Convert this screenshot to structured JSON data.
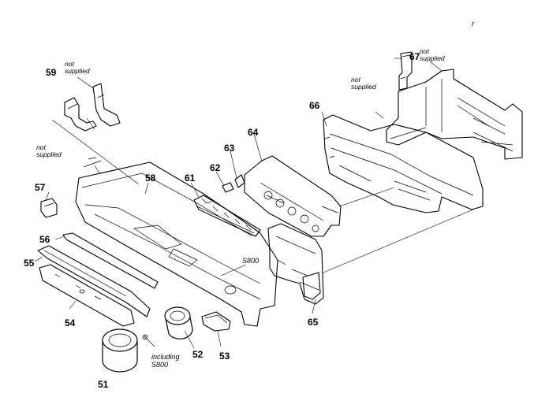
{
  "diagram": {
    "corner_mark": "r",
    "parts": {
      "p51": "51",
      "p52": "52",
      "p53": "53",
      "p54": "54",
      "p55": "55",
      "p56": "56",
      "p57": "57",
      "p58": "58",
      "p59": "59",
      "p61": "61",
      "p62": "62",
      "p63": "63",
      "p64": "64",
      "p65": "65",
      "p66": "66",
      "p67": "67"
    },
    "notes": {
      "not": "not",
      "supplied": "supplied",
      "s800": "S800",
      "including": "including",
      "including_s800": "S800"
    }
  }
}
